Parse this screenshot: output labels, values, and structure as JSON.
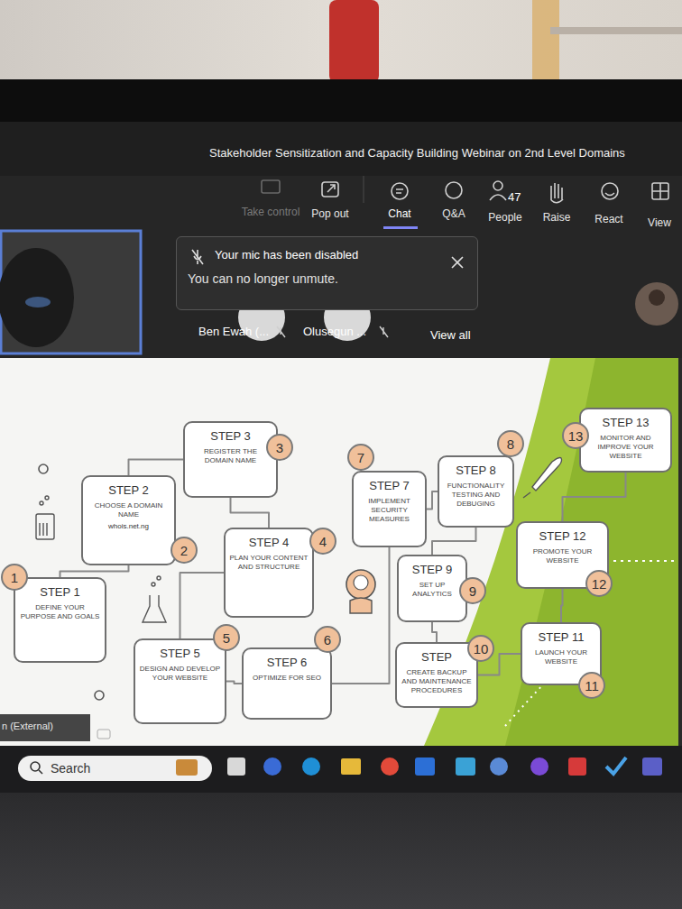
{
  "diagram": {
    "title": "Stakeholder Sensitization and Capacity Building Webinar on 2nd Level Domains",
    "nodes": [
      {
        "text": [
          "Your mic has been disabled",
          "You can no longer unmute."
        ]
      },
      {
        "text": [
          "STEP 1",
          "DEFINE YOUR PURPOSE AND GOALS"
        ]
      },
      {
        "text": [
          "STEP 2",
          "CHOOSE A DOMAIN NAME",
          "whois.net.ng"
        ]
      },
      {
        "text": [
          "STEP 3",
          "REGISTER THE DOMAIN NAME"
        ]
      },
      {
        "text": [
          "STEP 4",
          "PLAN YOUR CONTENT AND STRUCTURE"
        ]
      },
      {
        "text": [
          "STEP 5",
          "DESIGN AND DEVELOP YOUR WEBSITE"
        ]
      },
      {
        "text": [
          "STEP 6",
          "OPTIMIZE FOR SEO"
        ]
      },
      {
        "text": [
          "STEP 7",
          "IMPLEMENT SECURITY MEASURES"
        ]
      },
      {
        "text": [
          "STEP 8",
          "FUNCTIONALITY TESTING AND DEBUGING"
        ]
      },
      {
        "text": [
          "STEP 9",
          "SET UP ANALYTICS"
        ]
      },
      {
        "text": [
          "STEP",
          "CREATE BACKUP AND MAINTENANCE PROCEDURES"
        ]
      },
      {
        "text": [
          "STEP 11",
          "LAUNCH YOUR WEBSITE"
        ]
      },
      {
        "text": [
          "STEP 12",
          "PROMOTE YOUR WEBSITE"
        ]
      },
      {
        "text": [
          "STEP 13",
          "MONITOR AND IMPROVE YOUR WEBSITE"
        ]
      }
    ],
    "edges": [
      {
        "from": 1,
        "to": 2,
        "arrow": "none"
      },
      {
        "from": 2,
        "to": 3,
        "arrow": "none"
      },
      {
        "from": 3,
        "to": 4,
        "arrow": "none"
      },
      {
        "from": 4,
        "to": 5,
        "arrow": "none"
      },
      {
        "from": 5,
        "to": 6,
        "arrow": "none"
      },
      {
        "from": 6,
        "to": 7,
        "arrow": "none"
      },
      {
        "from": 7,
        "to": 8,
        "arrow": "none"
      },
      {
        "from": 8,
        "to": 9,
        "arrow": "none"
      },
      {
        "from": 9,
        "to": 10,
        "arrow": "none"
      },
      {
        "from": 10,
        "to": 11,
        "arrow": "none"
      },
      {
        "from": 11,
        "to": 12,
        "arrow": "none"
      },
      {
        "from": 12,
        "to": 13,
        "arrow": "none"
      }
    ],
    "labels": [
      "Take control",
      "Pop out",
      "Chat",
      "Q&A",
      "47",
      "People",
      "Raise",
      "React",
      "View",
      "Ben Ewah (...",
      "Olusegun ...",
      "View all",
      "1",
      "2",
      "3",
      "4",
      "5",
      "6",
      "7",
      "8",
      "9",
      "10",
      "11",
      "12",
      "13",
      "n (External)",
      "Search"
    ]
  }
}
